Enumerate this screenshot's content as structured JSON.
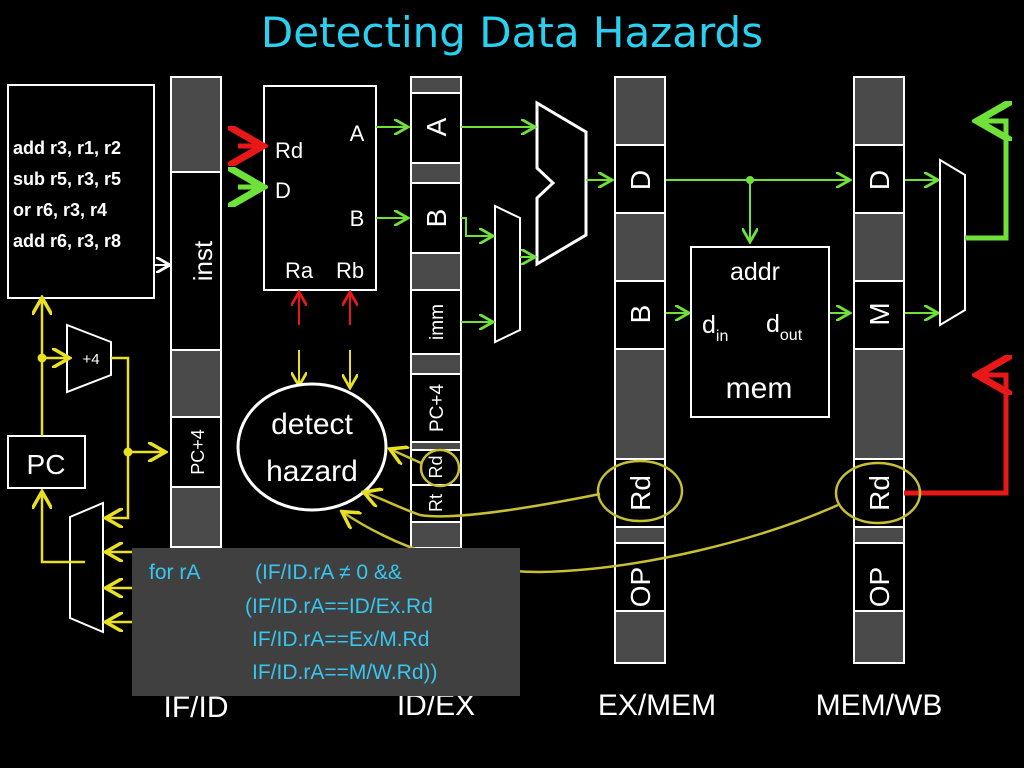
{
  "title": "Detecting Data Hazards",
  "instruction_memory": {
    "lines": [
      "add r3, r1, r2",
      "sub r5, r3, r5",
      "or r6, r3, r4",
      "add r6, r3, r8"
    ]
  },
  "increment_label": "+4",
  "pc_label": "PC",
  "register_file": {
    "rd": "Rd",
    "d": "D",
    "a": "A",
    "b": "B",
    "ra": "Ra",
    "rb": "Rb"
  },
  "detect_hazard": {
    "line1": "detect",
    "line2": "hazard"
  },
  "if_id": {
    "name": "IF/ID",
    "fields": [
      "inst",
      "PC+4"
    ]
  },
  "id_ex": {
    "name": "ID/EX",
    "fields": [
      "A",
      "B",
      "imm",
      "PC+4",
      "Rd",
      "Rt"
    ]
  },
  "ex_mem": {
    "name": "EX/MEM",
    "fields": [
      "D",
      "B",
      "Rd",
      "OP"
    ]
  },
  "mem_wb": {
    "name": "MEM/WB",
    "fields": [
      "D",
      "M",
      "Rd",
      "OP"
    ]
  },
  "data_memory": {
    "addr": "addr",
    "din": "d",
    "din_sub": "in",
    "dout": "d",
    "dout_sub": "out",
    "label": "mem"
  },
  "hazard_condition": {
    "for_label": "for rA",
    "lines": [
      "(IF/ID.rA ≠ 0 &&",
      "(IF/ID.rA==ID/Ex.Rd",
      "IF/ID.rA==Ex/M.Rd",
      "IF/ID.rA==M/W.Rd))"
    ]
  },
  "colors": {
    "background": "#000000",
    "title": "#2ad0f0",
    "green_wire": "#6fe23a",
    "yellow_wire": "#e8e020",
    "red_wire": "#e81818",
    "hazard_ring": "#c8c030",
    "popup_bg": "#404040",
    "popup_text": "#36c6f0"
  }
}
